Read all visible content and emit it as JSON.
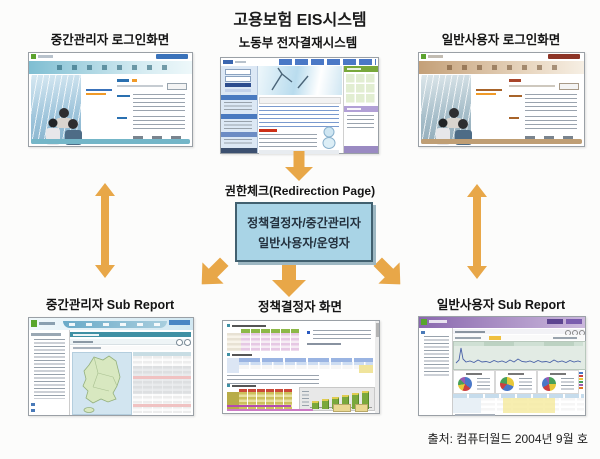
{
  "title": "고용보험 EIS시스템",
  "panels": {
    "top_left": {
      "label": "중간관리자 로그인화면"
    },
    "top_center": {
      "label": "노동부 전자결재시스템"
    },
    "top_right": {
      "label": "일반사용자 로그인화면"
    },
    "bottom_left": {
      "label": "중간관리자 Sub Report"
    },
    "bottom_center": {
      "label": "정책결정자 화면"
    },
    "bottom_right": {
      "label": "일반사용자 Sub Report"
    }
  },
  "redirect": {
    "label": "권한체크(Redirection Page)",
    "box_line1": "정책결정자/중간관리자",
    "box_line2": "일반사용자/운영자"
  },
  "source": "출처: 컴퓨터월드 2004년 9월 호",
  "colors": {
    "arrow": "#E8A748",
    "redirect_box_fill": "#A9D4E6",
    "redirect_box_border": "#41606F",
    "admin_login_theme": "#7FBED2",
    "user_login_theme": "#C4A078",
    "portal_tabs": "#4A78C6",
    "dashboard_header": "#8A68AE",
    "report_title_bar": "#3F90A4"
  }
}
